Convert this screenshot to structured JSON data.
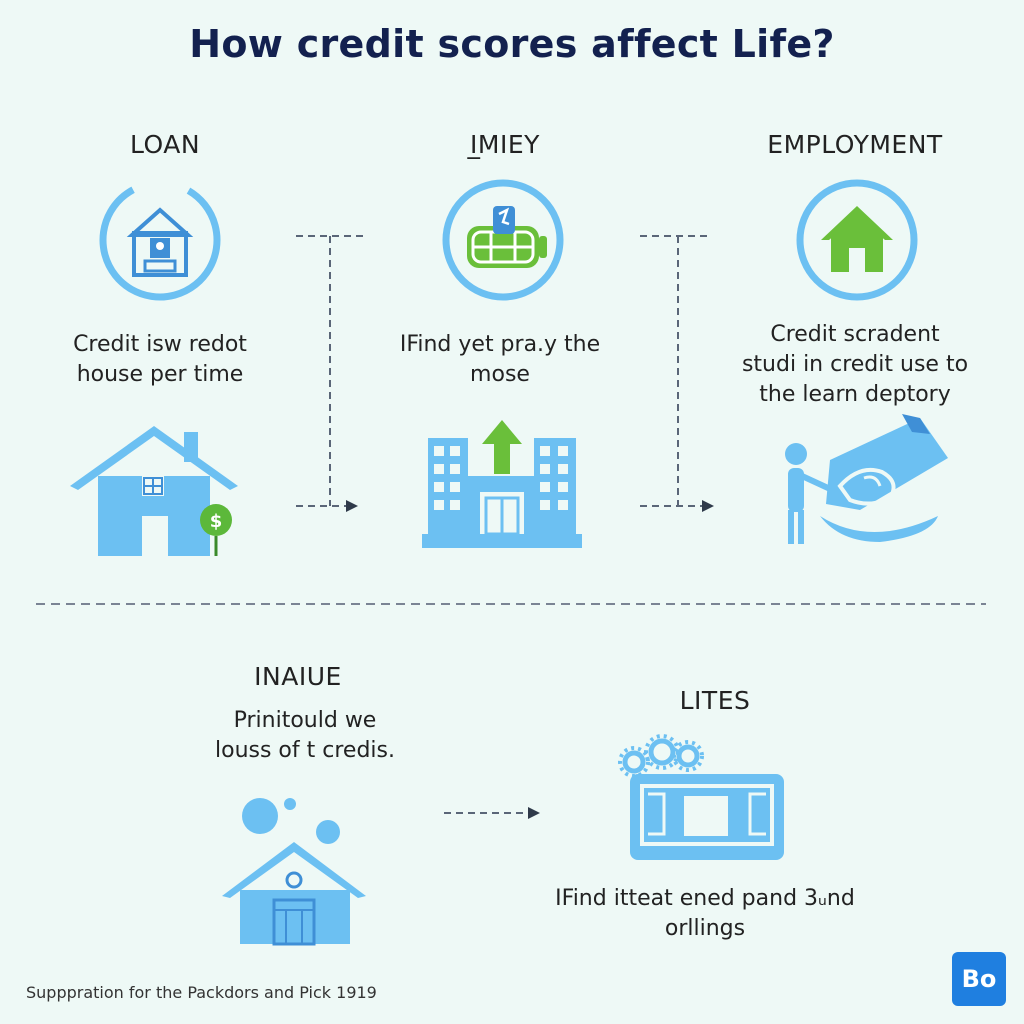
{
  "title": "How credit scores affect Life?",
  "sections": {
    "loan": {
      "heading": "LOAN",
      "caption_line1": "Credit isw redot",
      "caption_line2": "house per time",
      "icon": "house-icon"
    },
    "money": {
      "heading": "I̲MIEY",
      "caption_line1": "IFind yet pra.y the",
      "caption_line2": "mose",
      "icon": "money-icon"
    },
    "employment": {
      "heading": "EMPLOYMENT",
      "caption_line1": "Credit scradent",
      "caption_line2": "studi in credit use to",
      "caption_line3": "the learn deptory",
      "icon": "home-icon"
    },
    "insure": {
      "heading": "INAIUE",
      "caption_line1": "Prinitould we",
      "caption_line2": "louss of t credis."
    },
    "lites": {
      "heading": "LITES",
      "caption_line1": "IFind itteat ened pand 3ᵤnd",
      "caption_line2": "orllings"
    }
  },
  "footer": "Supppration for the Packdors and Pick 1919",
  "badge": "Bo",
  "colors": {
    "title": "#13214f",
    "accent_blue": "#6cc0f2",
    "accent_green": "#6abf3a",
    "background": "#eef9f6",
    "arrow": "#3a4658"
  }
}
